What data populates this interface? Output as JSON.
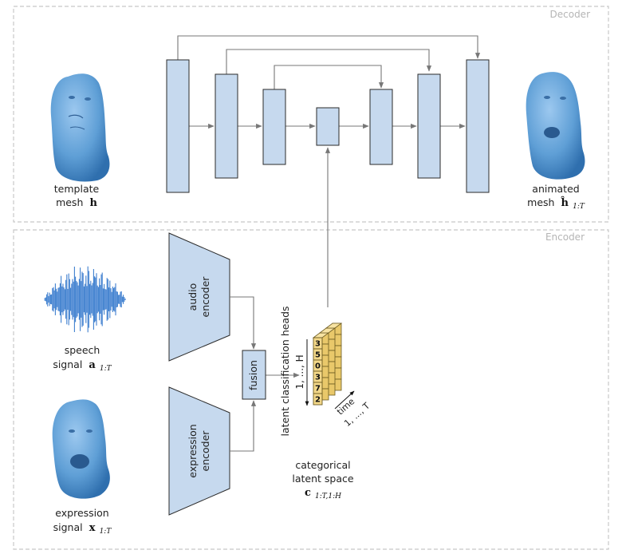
{
  "decoder": {
    "title": "Decoder"
  },
  "encoder": {
    "title": "Encoder"
  },
  "template": {
    "line1": "template",
    "line2_prefix": "mesh",
    "symbol": "h"
  },
  "animated": {
    "line1": "animated",
    "line2_prefix": "mesh",
    "symbol": "ĥ",
    "subscript": "1:T"
  },
  "speech": {
    "line1": "speech",
    "line2_prefix": "signal",
    "symbol": "a",
    "subscript": "1:T"
  },
  "expression": {
    "line1": "expression",
    "line2_prefix": "signal",
    "symbol": "x",
    "subscript": "1:T"
  },
  "audio_encoder": {
    "line1": "audio",
    "line2": "encoder"
  },
  "expression_encoder": {
    "line1": "expression",
    "line2": "encoder"
  },
  "fusion": {
    "label": "fusion"
  },
  "latent": {
    "heads_label": "latent classification heads",
    "h_axis": "1, ..., H",
    "time_label": "time",
    "t_axis": "1, ..., T",
    "digits": [
      "3",
      "5",
      "0",
      "3",
      "7",
      "2"
    ],
    "caption_line1": "categorical",
    "caption_line2": "latent space",
    "caption_symbol": "c",
    "caption_subscript": "1:T,1:H"
  },
  "colors": {
    "block_fill": "#c6d9ee",
    "block_stroke": "#2b2b2b",
    "face_blue": "#5f9fd6",
    "wave_blue": "#3f7fcf",
    "latent_yellow": "#f3d889",
    "latent_stroke": "#6b5a20",
    "arrow": "#777777",
    "panel_border": "#c8c8c8"
  }
}
